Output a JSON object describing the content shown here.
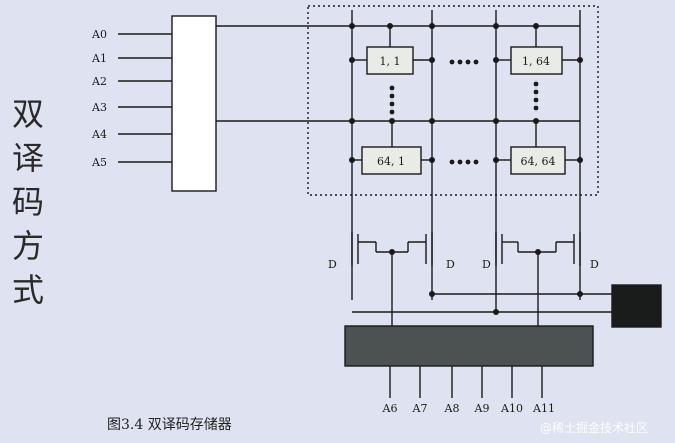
{
  "side_title": [
    "双",
    "译",
    "码",
    "方",
    "式"
  ],
  "address_inputs_x": [
    "A0",
    "A1",
    "A2",
    "A3",
    "A4",
    "A5"
  ],
  "address_inputs_y": [
    "A6",
    "A7",
    "A8",
    "A9",
    "A10",
    "A11"
  ],
  "cells": {
    "top_left": "1, 1",
    "top_right": "1, 64",
    "bottom_left": "64, 1",
    "bottom_right": "64, 64"
  },
  "transistor_labels": [
    "D",
    "D",
    "D",
    "D"
  ],
  "caption": "图3.4  双译码存储器",
  "watermark": "@稀土掘金技术社区",
  "colors": {
    "background": "#dfe3f1",
    "line": "#1a1a1a",
    "cell_fill": "#e9ebe7",
    "decoder_fill": "#ffffff",
    "y_decoder_fill": "#4c5252",
    "output_block": "#1a1c1c"
  }
}
